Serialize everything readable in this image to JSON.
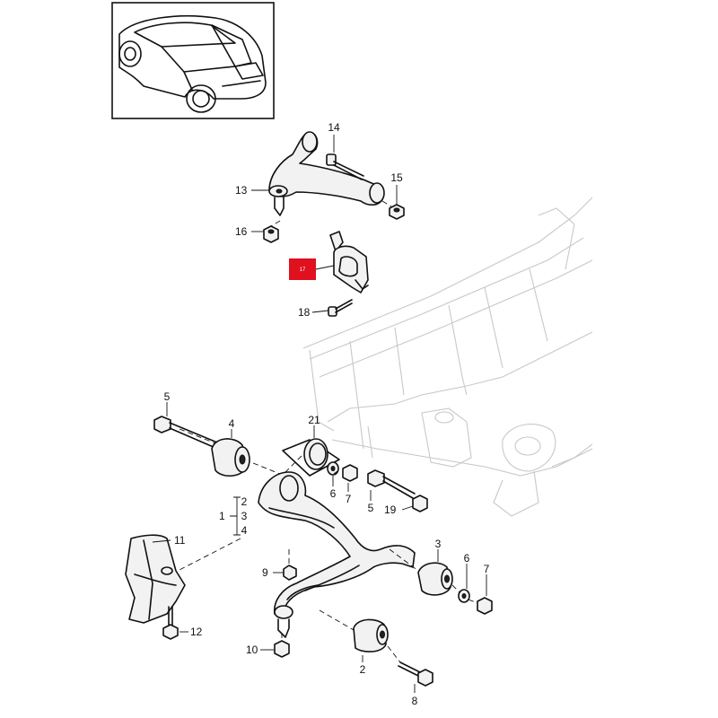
{
  "labels": {
    "l1": "1",
    "l2": "2",
    "l2b": "2",
    "l3": "3",
    "l3b": "3",
    "l4": "4",
    "l4b": "4",
    "l5": "5",
    "l5b": "5",
    "l6": "6",
    "l6b": "6",
    "l7": "7",
    "l7b": "7",
    "l8": "8",
    "l9": "9",
    "l10": "10",
    "l11": "11",
    "l12": "12",
    "l13": "13",
    "l14": "14",
    "l15": "15",
    "l16": "16",
    "l17": "17",
    "l18": "18",
    "l19": "19",
    "l21": "21"
  },
  "colors": {
    "highlight": "#e0101e",
    "line": "#111111",
    "ghost": "#c8c8c8"
  }
}
